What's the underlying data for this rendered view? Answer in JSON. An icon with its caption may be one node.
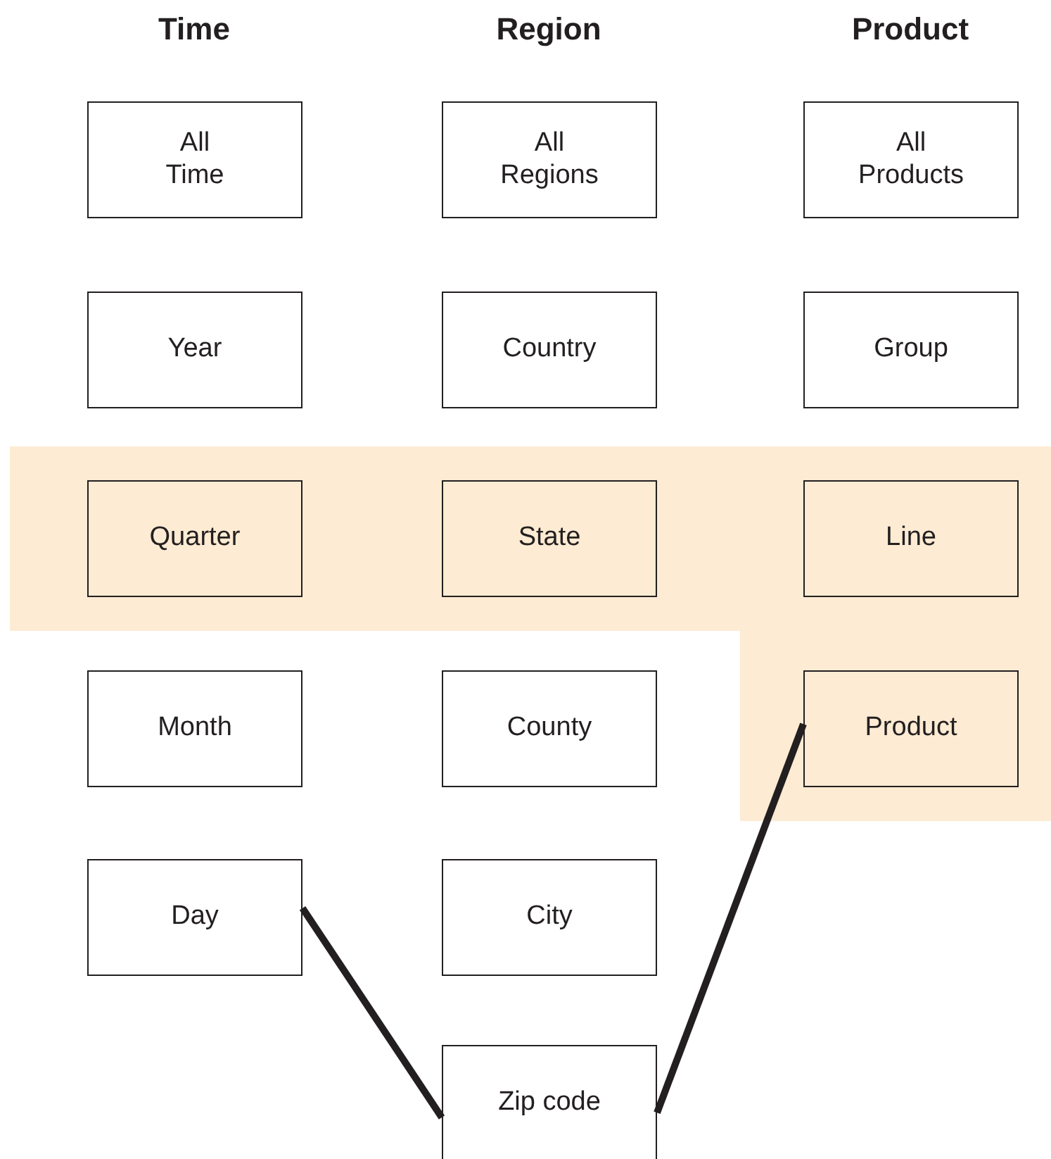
{
  "diagram": {
    "nodes": [
      {
        "text": [
          "All Time"
        ]
      },
      {
        "text": [
          "All Regions"
        ]
      },
      {
        "text": [
          "All Products"
        ]
      },
      {
        "text": [
          "Year"
        ]
      },
      {
        "text": [
          "Country"
        ]
      },
      {
        "text": [
          "Group"
        ]
      },
      {
        "text": [
          "Quarter"
        ]
      },
      {
        "text": [
          "State"
        ]
      },
      {
        "text": [
          "Line"
        ]
      },
      {
        "text": [
          "Month"
        ]
      },
      {
        "text": [
          "County"
        ]
      },
      {
        "text": [
          "Product"
        ]
      },
      {
        "text": [
          "Day"
        ]
      },
      {
        "text": [
          "City"
        ]
      },
      {
        "text": [
          "Zip code"
        ]
      }
    ],
    "edges": [
      {
        "from": 12,
        "to": 14,
        "arrow": "none"
      },
      {
        "from": 14,
        "to": 11,
        "arrow": "none"
      }
    ],
    "labels": [
      "Time",
      "Region",
      "Product"
    ]
  }
}
